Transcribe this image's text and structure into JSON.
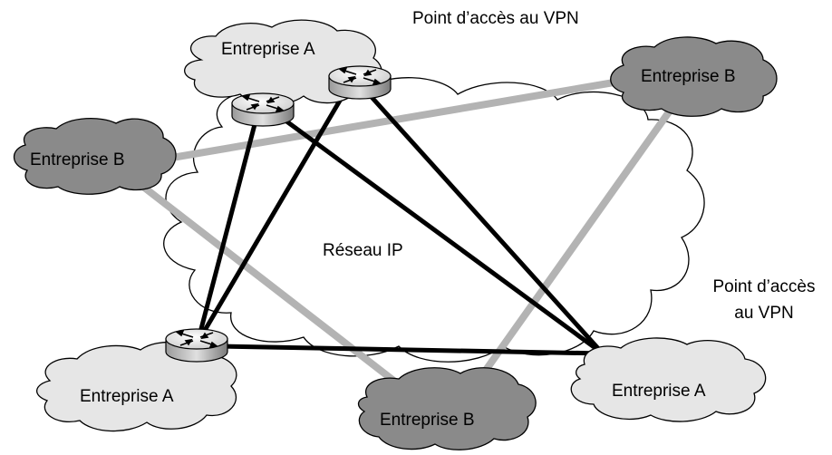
{
  "diagram": {
    "network_label": "Réseau IP",
    "access_point_label_top": "Point d’accès au VPN",
    "access_point_label_right_line1": "Point d’accès",
    "access_point_label_right_line2": "au VPN",
    "sites": [
      {
        "id": "a-top",
        "label": "Entreprise A",
        "company": "A"
      },
      {
        "id": "a-bottom-left",
        "label": "Entreprise A",
        "company": "A"
      },
      {
        "id": "a-bottom-right",
        "label": "Entreprise A",
        "company": "A"
      },
      {
        "id": "b-left",
        "label": "Entreprise B",
        "company": "B"
      },
      {
        "id": "b-top-right",
        "label": "Entreprise B",
        "company": "B"
      },
      {
        "id": "b-bottom",
        "label": "Entreprise B",
        "company": "B"
      }
    ],
    "colors": {
      "company_a_cloud": "#e6e6e6",
      "company_b_cloud": "#8a8a8a",
      "ip_network_cloud": "#ffffff",
      "company_a_link": "#000000",
      "company_b_link": "#b3b3b3"
    }
  }
}
